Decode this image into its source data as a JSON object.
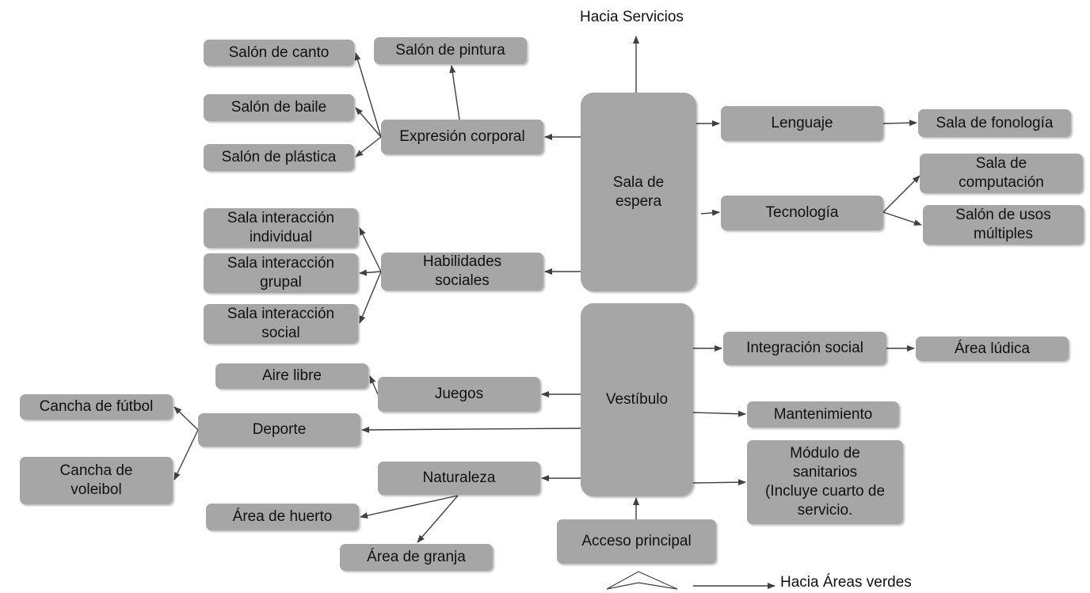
{
  "diagram": {
    "nodes": {
      "hub_espera": "Sala de\nespera",
      "hub_vestibulo": "Vestíbulo",
      "salon_canto": "Salón de canto",
      "salon_pintura": "Salón de pintura",
      "salon_baile": "Salón de baile",
      "salon_plastica": "Salón de plástica",
      "expresion_corporal": "Expresión corporal",
      "lenguaje": "Lenguaje",
      "sala_fonologia": "Sala de fonología",
      "tecnologia": "Tecnología",
      "sala_computacion": "Sala de\ncomputación",
      "salon_usos_multiples": "Salón de usos\nmúltiples",
      "sala_interaccion_individual": "Sala interacción\nindividual",
      "sala_interaccion_grupal": "Sala interacción\ngrupal",
      "sala_interaccion_social": "Sala interacción\nsocial",
      "habilidades_sociales": "Habilidades\nsociales",
      "integracion_social": "Integración social",
      "area_ludica": "Área lúdica",
      "aire_libre": "Aire libre",
      "juegos": "Juegos",
      "cancha_futbol": "Cancha de fútbol",
      "deporte": "Deporte",
      "mantenimiento": "Mantenimiento",
      "cancha_voleibol": "Cancha de\nvoleibol",
      "modulo_sanitarios": "Módulo de\nsanitarios\n(Incluye cuarto de\nservicio.",
      "naturaleza": "Naturaleza",
      "area_huerto": "Área de huerto",
      "area_granja": "Área de granja",
      "acceso_principal": "Acceso principal"
    },
    "labels": {
      "hacia_servicios": "Hacia Servicios",
      "hacia_areas_verdes": "Hacia Áreas verdes"
    },
    "connections": [
      {
        "from": "hub_espera",
        "to": "hacia_servicios"
      },
      {
        "from": "hub_espera",
        "to": "expresion_corporal"
      },
      {
        "from": "expresion_corporal",
        "to": "salon_canto"
      },
      {
        "from": "expresion_corporal",
        "to": "salon_pintura"
      },
      {
        "from": "expresion_corporal",
        "to": "salon_baile"
      },
      {
        "from": "expresion_corporal",
        "to": "salon_plastica"
      },
      {
        "from": "hub_espera",
        "to": "lenguaje"
      },
      {
        "from": "lenguaje",
        "to": "sala_fonologia"
      },
      {
        "from": "hub_espera",
        "to": "tecnologia"
      },
      {
        "from": "tecnologia",
        "to": "sala_computacion"
      },
      {
        "from": "tecnologia",
        "to": "salon_usos_multiples"
      },
      {
        "from": "hub_espera",
        "to": "habilidades_sociales"
      },
      {
        "from": "habilidades_sociales",
        "to": "sala_interaccion_individual"
      },
      {
        "from": "habilidades_sociales",
        "to": "sala_interaccion_grupal"
      },
      {
        "from": "habilidades_sociales",
        "to": "sala_interaccion_social"
      },
      {
        "from": "hub_vestibulo",
        "to": "integracion_social"
      },
      {
        "from": "integracion_social",
        "to": "area_ludica"
      },
      {
        "from": "hub_vestibulo",
        "to": "juegos"
      },
      {
        "from": "juegos",
        "to": "aire_libre"
      },
      {
        "from": "hub_vestibulo",
        "to": "deporte"
      },
      {
        "from": "deporte",
        "to": "cancha_futbol"
      },
      {
        "from": "deporte",
        "to": "cancha_voleibol"
      },
      {
        "from": "hub_vestibulo",
        "to": "mantenimiento"
      },
      {
        "from": "hub_vestibulo",
        "to": "modulo_sanitarios"
      },
      {
        "from": "hub_vestibulo",
        "to": "naturaleza"
      },
      {
        "from": "naturaleza",
        "to": "area_huerto"
      },
      {
        "from": "naturaleza",
        "to": "area_granja"
      },
      {
        "from": "acceso_principal",
        "to": "hub_vestibulo"
      },
      {
        "from": "entrance_symbol",
        "to": "hacia_areas_verdes"
      }
    ]
  },
  "colors": {
    "node_fill": "#a6a6a6",
    "line": "#404040",
    "text": "#111111"
  }
}
